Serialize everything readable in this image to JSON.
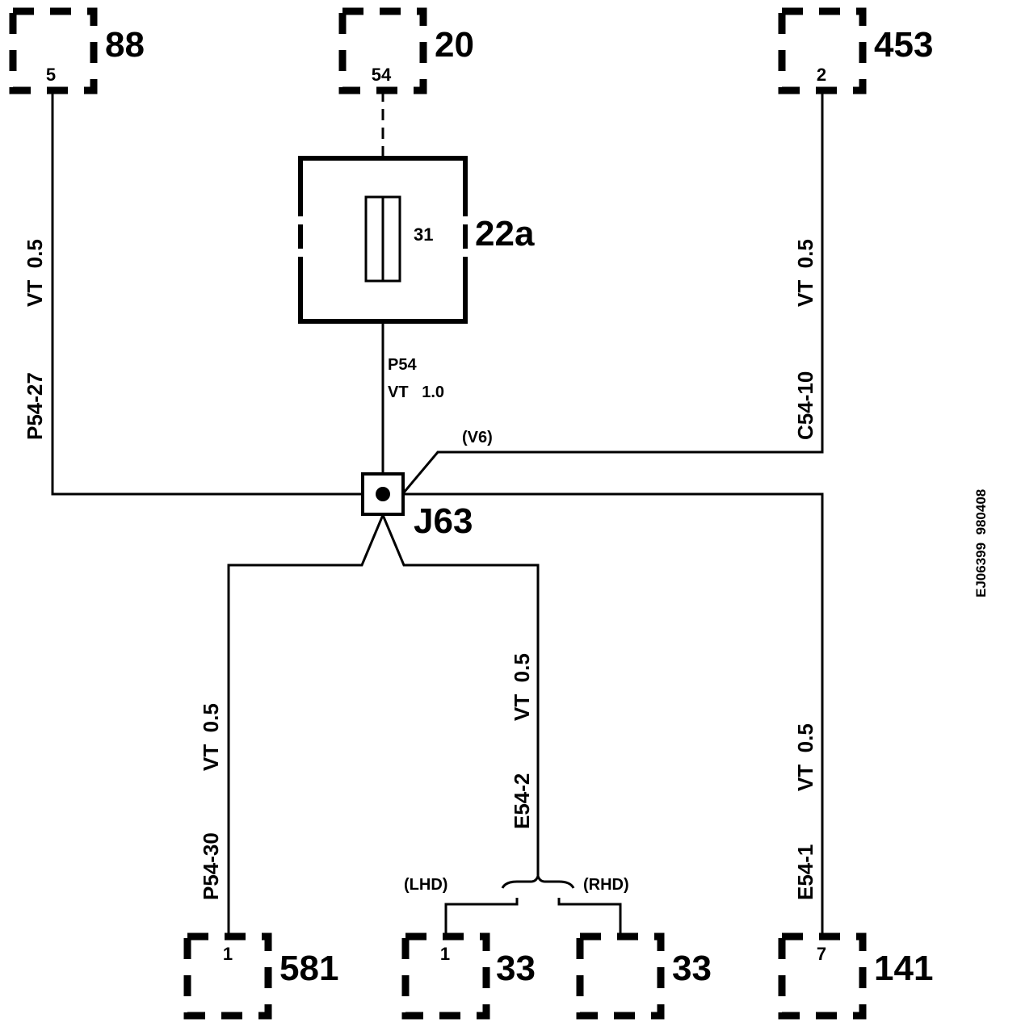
{
  "connectors": {
    "c88": {
      "label": "88",
      "pin": "5"
    },
    "c20": {
      "label": "20",
      "pin": "54"
    },
    "c453": {
      "label": "453",
      "pin": "2"
    },
    "c581": {
      "label": "581",
      "pin": "1"
    },
    "c33_lhd": {
      "label": "33",
      "pin": "1"
    },
    "c33_rhd": {
      "label": "33",
      "pin": ""
    },
    "c141": {
      "label": "141",
      "pin": "7"
    }
  },
  "fuse": {
    "label": "22a",
    "pin": "31"
  },
  "splice": {
    "label": "J63"
  },
  "wires": {
    "w_p54_27": {
      "id": "P54-27",
      "spec": "VT  0.5"
    },
    "w_p54": {
      "id": "P54",
      "spec": "VT   1.0"
    },
    "w_c54_10": {
      "id": "C54-10",
      "spec": "VT  0.5"
    },
    "w_p54_30": {
      "id": "P54-30",
      "spec": "VT  0.5"
    },
    "w_e54_2": {
      "id": "E54-2",
      "spec": "VT  0.5"
    },
    "w_e54_1": {
      "id": "E54-1",
      "spec": "VT  0.5"
    }
  },
  "variants": {
    "v6": "(V6)",
    "lhd": "(LHD)",
    "rhd": "(RHD)"
  },
  "reference": "EJ06399  980408"
}
